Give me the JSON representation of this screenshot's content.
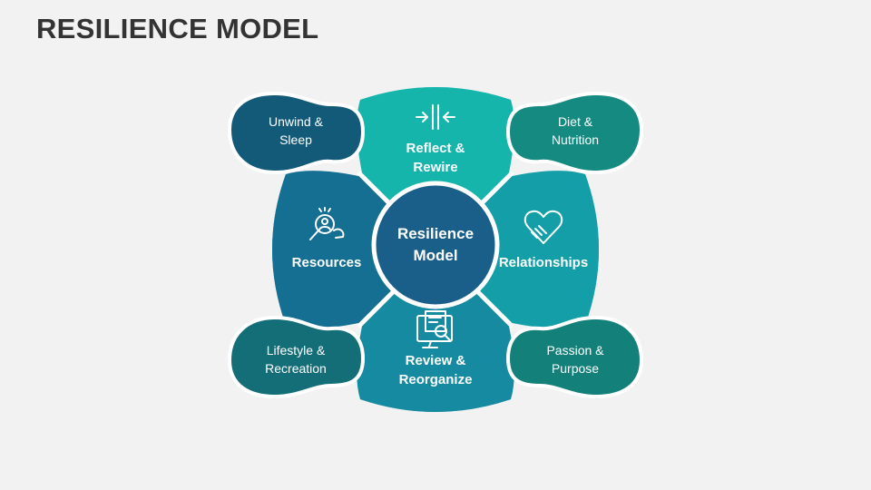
{
  "title": "RESILIENCE MODEL",
  "colors": {
    "background": "#f2f2f2",
    "top_segment": "#15b5ac",
    "right_segment": "#149ea7",
    "bottom_segment": "#158aa0",
    "left_segment": "#146f92",
    "center_circle": "#1a5e8a",
    "unwind_sleep": "#135a78",
    "diet_nutrition": "#148a80",
    "lifestyle_recreation": "#146e78",
    "passion_purpose": "#14807a"
  },
  "center": {
    "line1": "Resilience",
    "line2": "Model"
  },
  "segments": {
    "top": {
      "line1": "Reflect &",
      "line2": "Rewire",
      "icon": "compress-arrows-icon"
    },
    "right": {
      "line1": "Relationships",
      "icon": "handshake-heart-icon"
    },
    "bottom": {
      "line1": "Review &",
      "line2": "Reorganize",
      "icon": "document-search-icon"
    },
    "left": {
      "line1": "Resources",
      "icon": "person-magnifier-icon"
    }
  },
  "corners": {
    "top_left": {
      "line1": "Unwind &",
      "line2": "Sleep"
    },
    "top_right": {
      "line1": "Diet &",
      "line2": "Nutrition"
    },
    "bottom_left": {
      "line1": "Lifestyle &",
      "line2": "Recreation"
    },
    "bottom_right": {
      "line1": "Passion &",
      "line2": "Purpose"
    }
  }
}
